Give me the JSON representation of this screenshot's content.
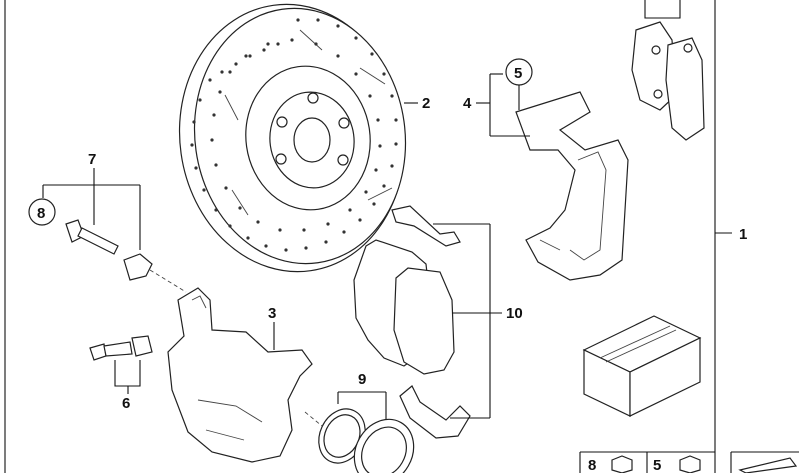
{
  "diagram": {
    "callouts": {
      "disc": "2",
      "caliper_carrier": "4",
      "carrier_small": "5",
      "repair_kit": "1",
      "bolt_group": "7",
      "bolt_small": "8",
      "caliper": "3",
      "bleeder": "6",
      "seal_kit": "9",
      "pads": "10"
    },
    "legend": {
      "item_a": "8",
      "item_b": "5"
    }
  }
}
